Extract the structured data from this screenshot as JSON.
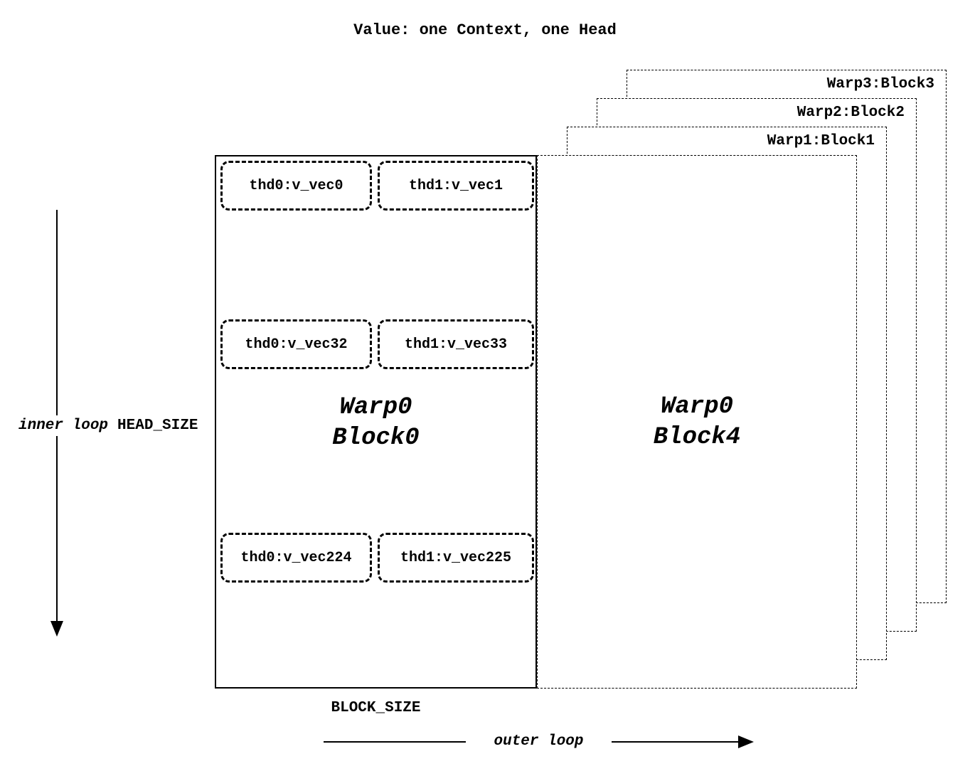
{
  "title": "Value: one Context, one Head",
  "block0": {
    "label_line1": "Warp0",
    "label_line2": "Block0",
    "vec_rows": [
      {
        "cells": [
          "thd0:v_vec0",
          "thd1:v_vec1"
        ]
      },
      {
        "cells": [
          "thd0:v_vec32",
          "thd1:v_vec33"
        ]
      },
      {
        "cells": [
          "thd0:v_vec224",
          "thd1:v_vec225"
        ]
      }
    ]
  },
  "block4": {
    "label_line1": "Warp0",
    "label_line2": "Block4"
  },
  "back_blocks": [
    {
      "label": "Warp1:Block1"
    },
    {
      "label": "Warp2:Block2"
    },
    {
      "label": "Warp3:Block3"
    }
  ],
  "axes": {
    "inner_loop_label": "inner loop",
    "inner_loop_var": "HEAD_SIZE",
    "block_size_label": "BLOCK_SIZE",
    "outer_loop_label": "outer loop"
  },
  "colors": {
    "line": "#000000",
    "background": "#ffffff"
  }
}
